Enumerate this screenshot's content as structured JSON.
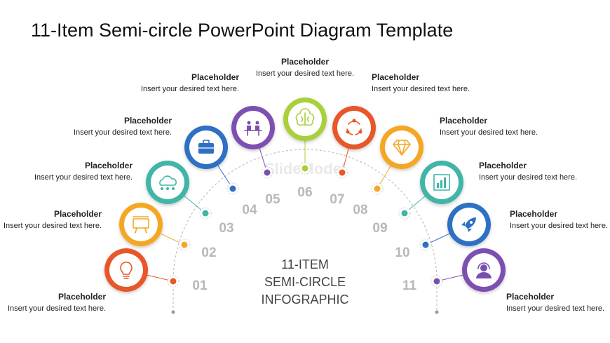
{
  "title": "11-Item Semi-circle PowerPoint Diagram Template",
  "center_lines": [
    "11-ITEM",
    "SEMI-CIRCLE",
    "INFOGRAPHIC"
  ],
  "watermark": "SlideModel",
  "items": [
    {
      "number": "01",
      "heading": "Placeholder",
      "body": "Insert your desired text here.",
      "color": "#e8572a",
      "icon": "lightbulb-icon"
    },
    {
      "number": "02",
      "heading": "Placeholder",
      "body": "Insert your desired text here.",
      "color": "#f5a623",
      "icon": "billboard-icon"
    },
    {
      "number": "03",
      "heading": "Placeholder",
      "body": "Insert your desired text here.",
      "color": "#3fb5a8",
      "icon": "cloud-network-icon"
    },
    {
      "number": "04",
      "heading": "Placeholder",
      "body": "Insert your desired text here.",
      "color": "#2f6fc4",
      "icon": "briefcase-icon"
    },
    {
      "number": "05",
      "heading": "Placeholder",
      "body": "Insert your desired text here.",
      "color": "#7b4fb0",
      "icon": "meeting-icon"
    },
    {
      "number": "06",
      "heading": "Placeholder",
      "body": "Insert your desired text here.",
      "color": "#a9cf3a",
      "icon": "brain-icon"
    },
    {
      "number": "07",
      "heading": "Placeholder",
      "body": "Insert your desired text here.",
      "color": "#e8572a",
      "icon": "cycle-icon"
    },
    {
      "number": "08",
      "heading": "Placeholder",
      "body": "Insert your desired text here.",
      "color": "#f5a623",
      "icon": "diamond-icon"
    },
    {
      "number": "09",
      "heading": "Placeholder",
      "body": "Insert your desired text here.",
      "color": "#3fb5a8",
      "icon": "bar-chart-icon"
    },
    {
      "number": "10",
      "heading": "Placeholder",
      "body": "Insert your desired text here.",
      "color": "#2f6fc4",
      "icon": "rocket-icon"
    },
    {
      "number": "11",
      "heading": "Placeholder",
      "body": "Insert your desired text here.",
      "color": "#7b4fb0",
      "icon": "support-agent-icon"
    }
  ]
}
